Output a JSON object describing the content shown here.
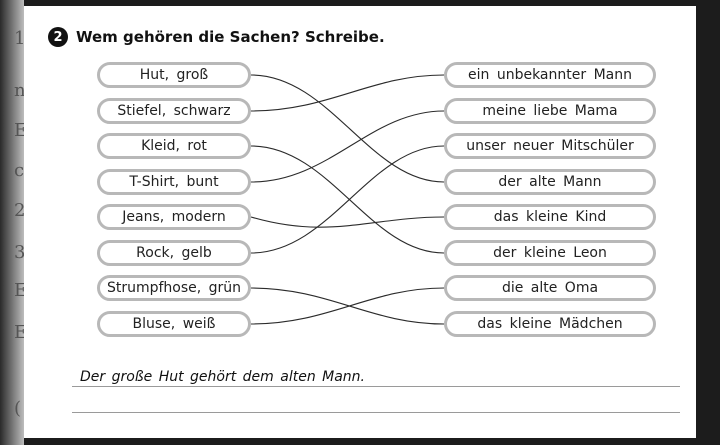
{
  "exercise": {
    "number": "2",
    "title": "Wem gehören die Sachen? Schreibe."
  },
  "left_items": [
    "Hut, groß",
    "Stiefel, schwarz",
    "Kleid, rot",
    "T-Shirt, bunt",
    "Jeans, modern",
    "Rock, gelb",
    "Strumpfhose, grün",
    "Bluse, weiß"
  ],
  "right_items": [
    "ein unbekannter Mann",
    "meine liebe Mama",
    "unser neuer Mitschüler",
    "der alte Mann",
    "das kleine Kind",
    "der kleine Leon",
    "die alte Oma",
    "das kleine Mädchen"
  ],
  "answer_line": "Der große Hut gehört dem alten Mann.",
  "ghost_text": [
    "1",
    "n",
    "E",
    "c",
    "2",
    "3",
    "E",
    "E",
    "("
  ]
}
